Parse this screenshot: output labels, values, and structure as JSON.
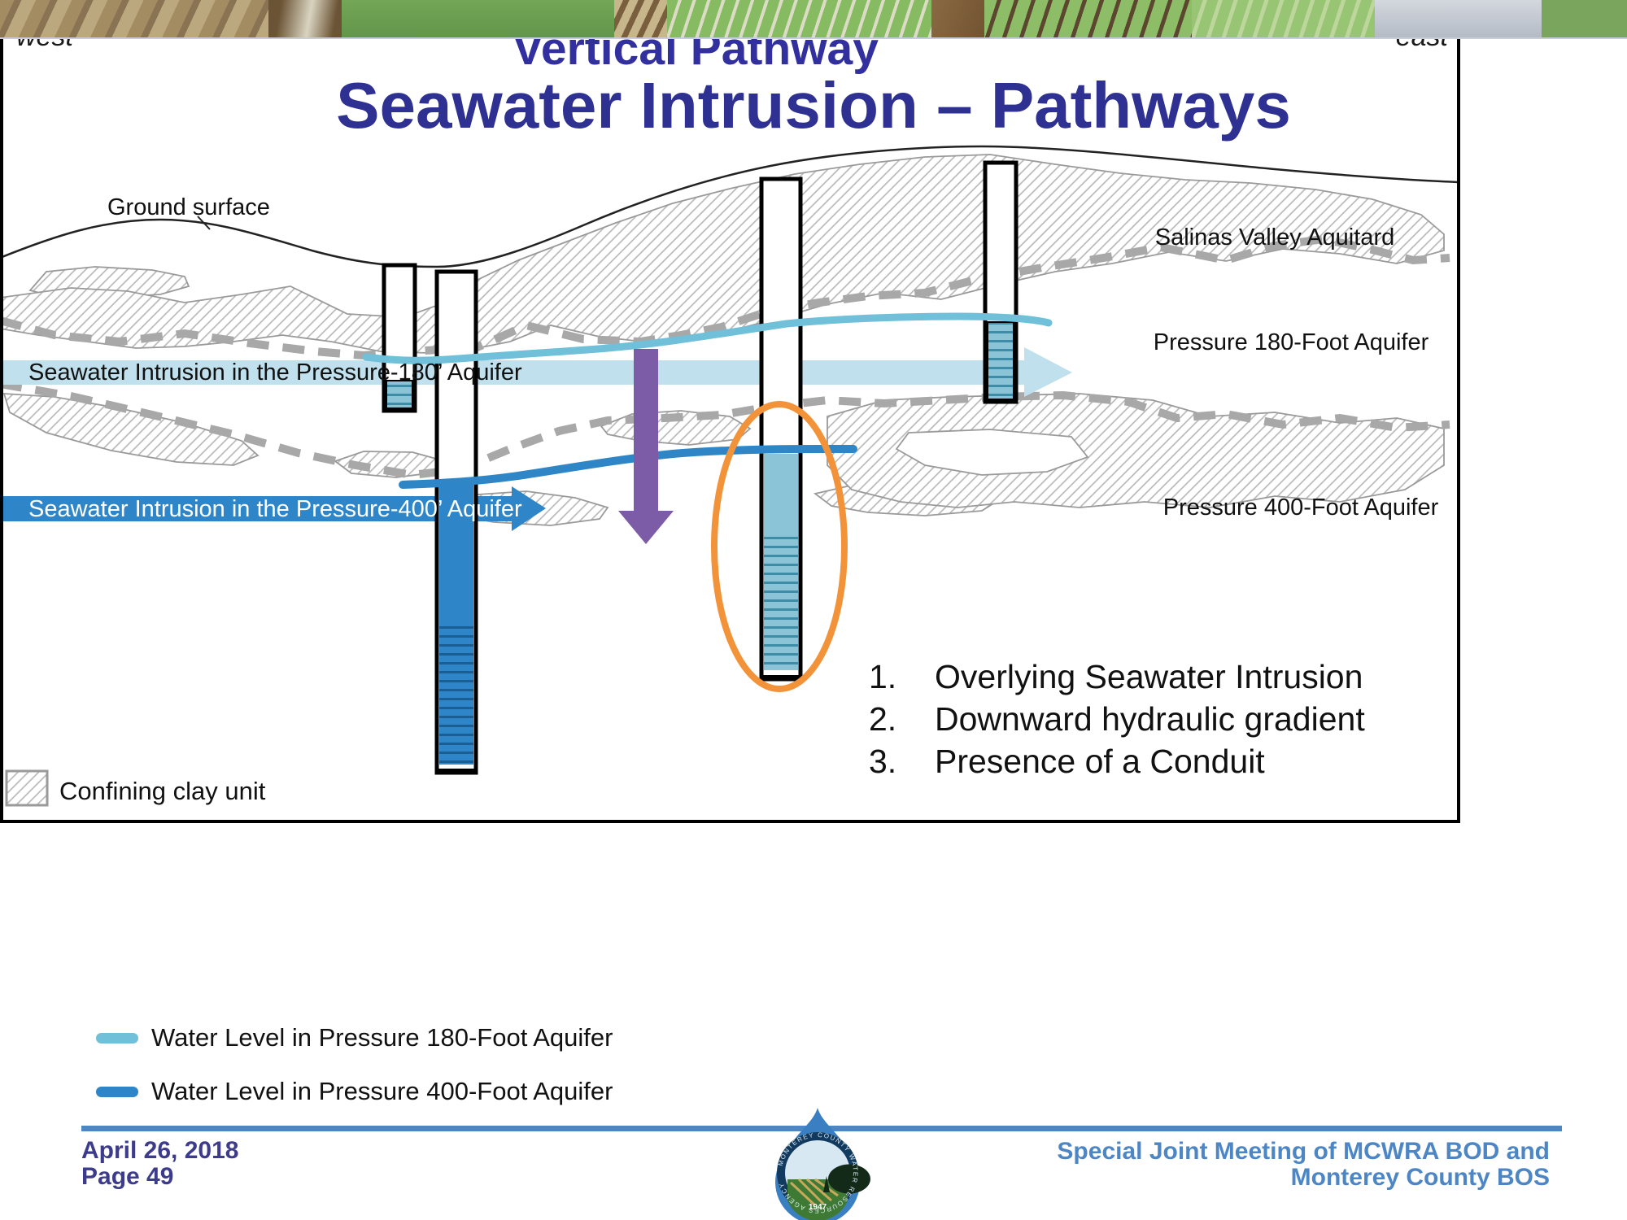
{
  "title": "Seawater Intrusion – Pathways",
  "diagram": {
    "west_label": "west",
    "east_label": "east",
    "subtitle": "Vertical Pathway",
    "ground_surface_label": "Ground surface",
    "aquitard_label": "Salinas Valley Aquitard",
    "aquifer180_label": "Pressure 180-Foot Aquifer",
    "aquifer400_label": "Pressure 400-Foot Aquifer",
    "intrusion180_label": "Seawater Intrusion in the Pressure-180’ Aquifer",
    "intrusion400_label": "Seawater Intrusion in the Pressure-400’ Aquifer",
    "pathway_steps": [
      {
        "num": "1.",
        "text": "Overlying Seawater Intrusion"
      },
      {
        "num": "2.",
        "text": "Downward hydraulic gradient"
      },
      {
        "num": "3.",
        "text": "Presence of a Conduit"
      }
    ],
    "clay_legend_label": "Confining clay unit",
    "colors": {
      "title_blue": "#2e3192",
      "subtitle_blue": "#31309e",
      "intrusion180_band": "#bfe0ec",
      "intrusion400_band": "#2e86c8",
      "water_level_180": "#6fc0d8",
      "water_level_400": "#2f86c7",
      "purple_arrow": "#7c5ca6",
      "conduit_circle_orange": "#f2933a",
      "well_screen_teal": "#8ac4d6",
      "clay_hatch_gray": "#b5b5b5",
      "dashed_line_gray": "#a8a8a8",
      "footer_blue": "#4d86c5",
      "footer_date_blue": "#3d3c8c"
    }
  },
  "legend": {
    "water180": "Water Level in Pressure 180-Foot Aquifer",
    "water400": "Water Level in Pressure 400-Foot Aquifer"
  },
  "footer": {
    "date": "April 26, 2018",
    "page": "Page 49",
    "meeting_line1": "Special Joint Meeting of MCWRA BOD and",
    "meeting_line2": "Monterey County BOS",
    "logo_text": "MONTEREY COUNTY WATER RESOURCES AGENCY",
    "logo_year": "1947"
  }
}
